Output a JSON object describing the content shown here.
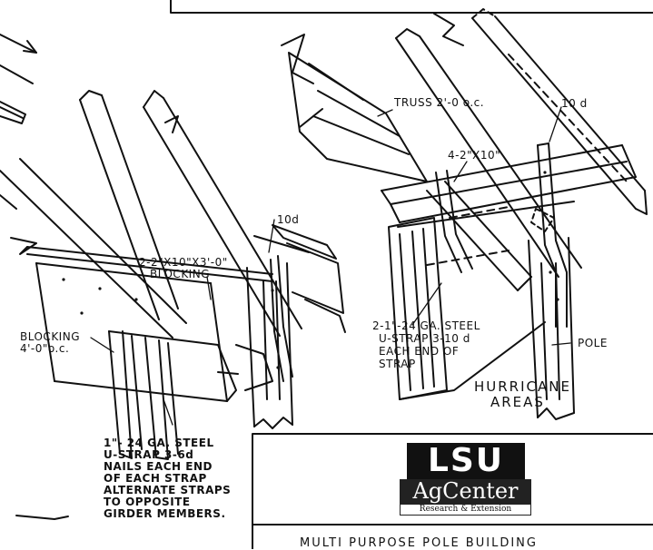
{
  "labels": {
    "truss": "TRUSS 2'-0 o.c.",
    "nail_10d_right": "10 d",
    "header_right": "4-2\"X10\"",
    "nail_10d_left": "10d",
    "blocking_top_line1": "2-2\"X10\"X3'-0\"",
    "blocking_top_line2": "BLOCKING",
    "blocking_left_line1": "BLOCKING",
    "blocking_left_line2": "4'-0\"o.c.",
    "strap_right_line1": "2-1\"-24 GA. STEEL",
    "strap_right_line2": "U-STRAP 3-10 d",
    "strap_right_line3": "EACH END OF",
    "strap_right_line4": "STRAP",
    "pole": "POLE",
    "hurricane_line1": "HURRICANE",
    "hurricane_line2": "AREAS",
    "strap_left_line1": "1\"- 24 GA. STEEL",
    "strap_left_line2": "U-STRAP 3-6d",
    "strap_left_line3": "NAILS EACH END",
    "strap_left_line4": "OF EACH STRAP",
    "strap_left_line5": "ALTERNATE STRAPS",
    "strap_left_line6": "TO OPPOSITE",
    "strap_left_line7": "GIRDER MEMBERS."
  },
  "logo": {
    "top": "LSU",
    "middle": "AgCenter",
    "bottom": "Research & Extension"
  },
  "footer": {
    "title": "MULTI PURPOSE POLE BUILDING"
  }
}
